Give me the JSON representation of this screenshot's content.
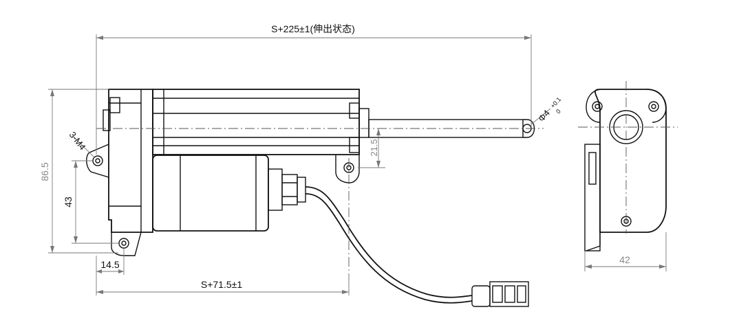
{
  "dimensions": {
    "overall_length": "S+225±1(伸出状态)",
    "retracted_length": "S+71.5±1",
    "height_total": "86.5",
    "mount_pitch": "43",
    "rod_offset": "21.5",
    "mount_offset": "14.5",
    "width": "42",
    "thread_note": "3-M4",
    "hole_dia": "Φ4",
    "hole_tol_upper": "+0.1",
    "hole_tol_lower": "0"
  },
  "colors": {
    "line": "#111111",
    "dimension": "#777777",
    "background": "#ffffff"
  }
}
